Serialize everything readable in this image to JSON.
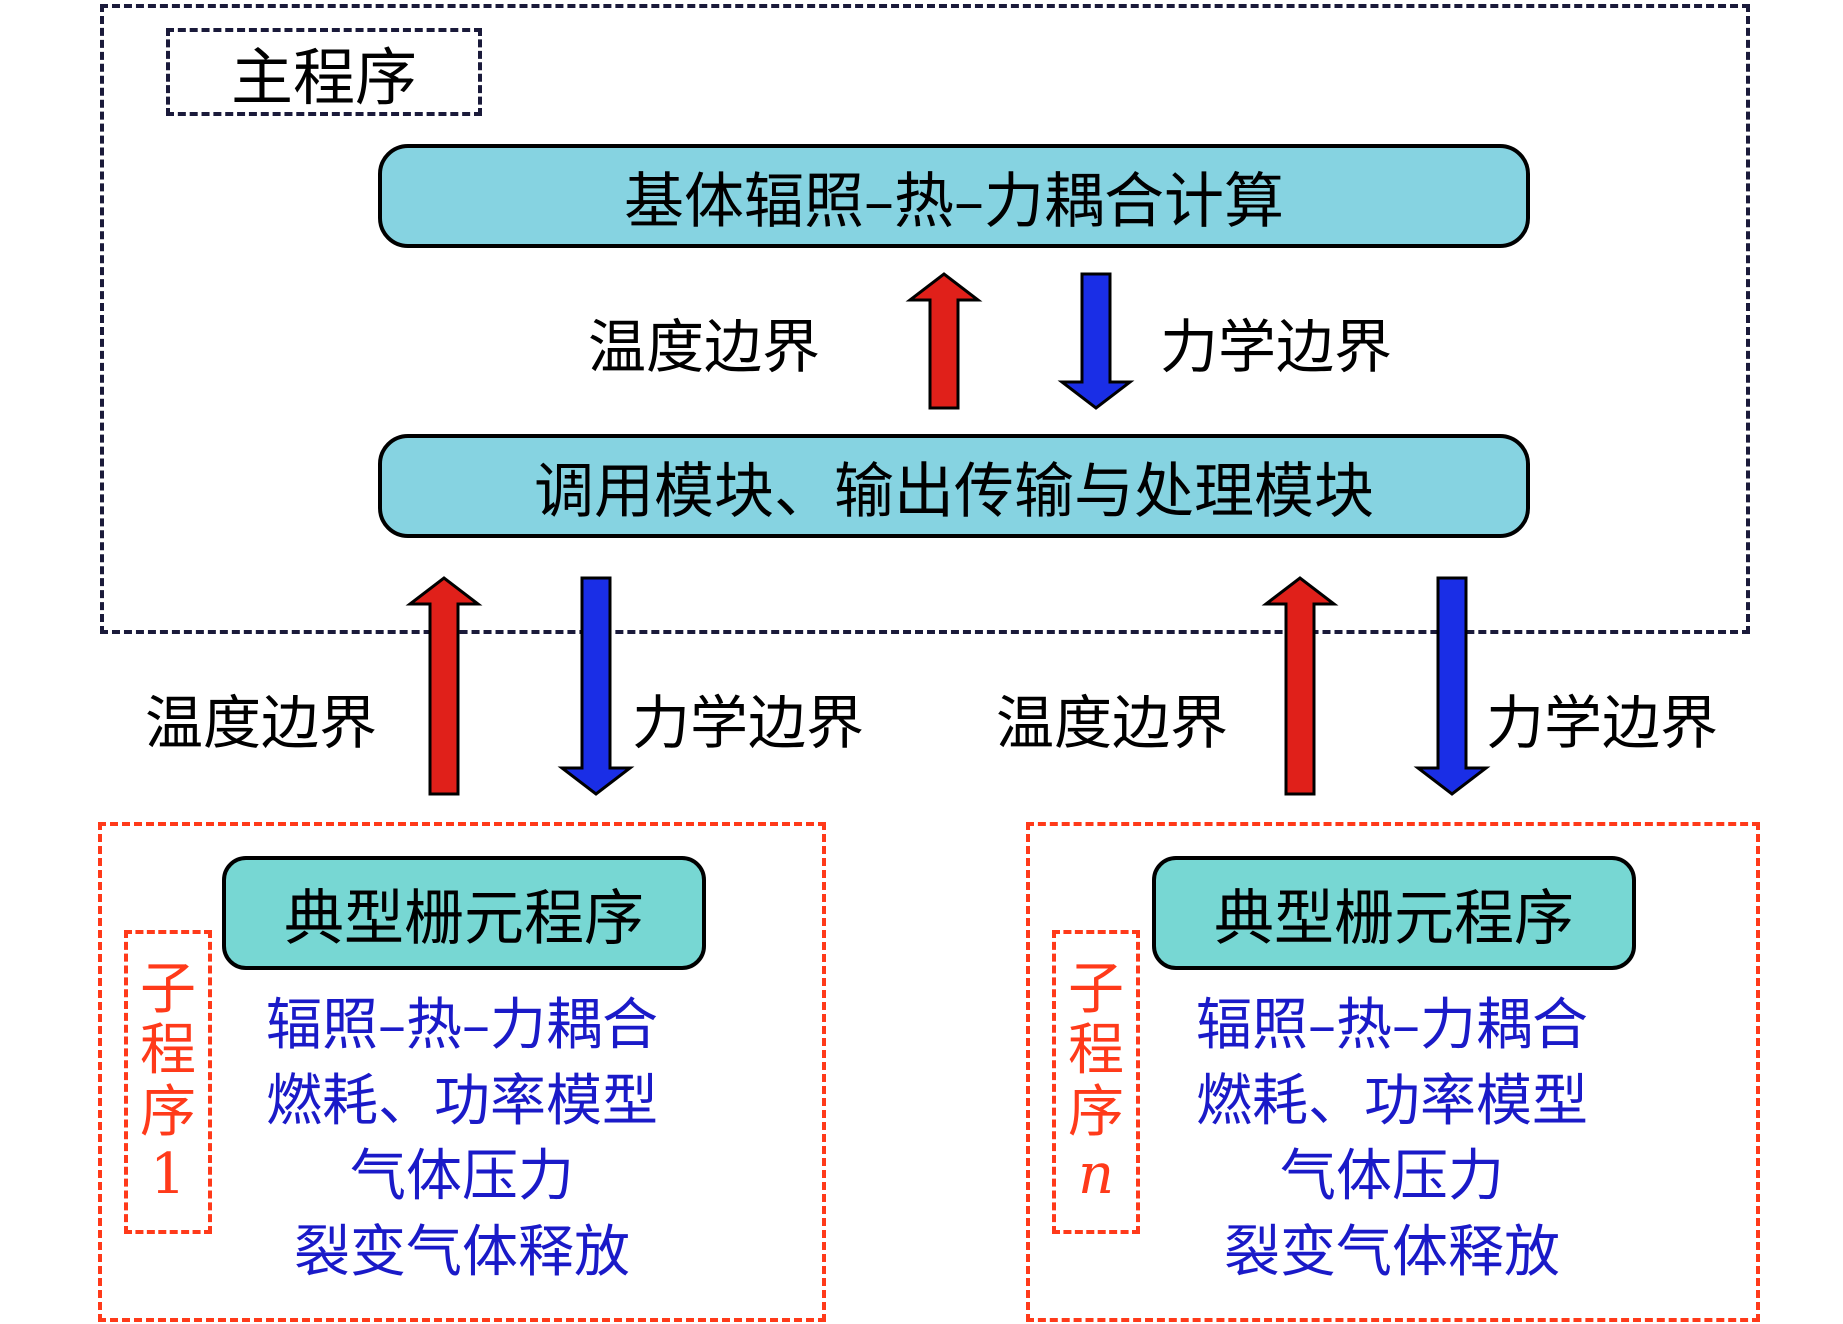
{
  "main_program": {
    "label": "主程序",
    "top_box": "基体辐照–热–力耦合计算",
    "middle_box": "调用模块、输出传输与处理模块",
    "inner_up_label": "温度边界",
    "inner_down_label": "力学边界"
  },
  "connections": {
    "left_up_label": "温度边界",
    "left_down_label": "力学边界",
    "right_up_label": "温度边界",
    "right_down_label": "力学边界"
  },
  "subprograms": [
    {
      "title": "典型栅元程序",
      "tag": [
        "子",
        "程",
        "序",
        "1"
      ],
      "items": [
        "辐照–热–力耦合",
        "燃耗、功率模型",
        "气体压力",
        "裂变气体释放"
      ]
    },
    {
      "title": "典型栅元程序",
      "tag": [
        "子",
        "程",
        "序",
        "n"
      ],
      "items": [
        "辐照–热–力耦合",
        "燃耗、功率模型",
        "气体压力",
        "裂变气体释放"
      ]
    }
  ],
  "colors": {
    "up_arrow": "#e0201a",
    "down_arrow": "#1a2ee6",
    "main_box_fill": "#86d3e1",
    "sub_box_fill": "#77d7d3",
    "sub_text": "#1a1ac8",
    "sub_border": "#ff3a1a"
  }
}
